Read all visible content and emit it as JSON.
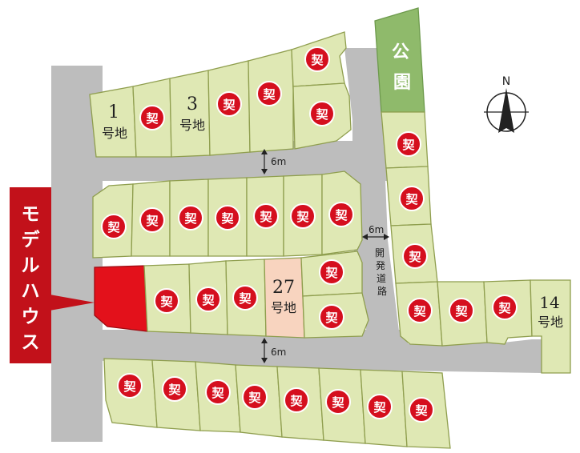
{
  "contract_mark": "契",
  "lot_labels": {
    "lot1_number": "1",
    "lot1_suffix": "号地",
    "lot3_number": "3",
    "lot3_suffix": "号地",
    "lot27_number": "27",
    "lot27_suffix": "号地",
    "lot14_number": "14",
    "lot14_suffix": "号地"
  },
  "park_label": [
    "公",
    "園"
  ],
  "north_label": "N",
  "model_house_label": [
    "モ",
    "デ",
    "ル",
    "ハ",
    "ウ",
    "ス"
  ],
  "road_width_upper": "6m",
  "road_width_lower": "6m",
  "road_width_side": "6m",
  "development_road_label": [
    "開",
    "発",
    "道",
    "路"
  ],
  "colors": {
    "lot_fill": "#dfe8b4",
    "road": "#bdbdbd",
    "contract_mark": "#d50f1e",
    "model_house": "#e3111b",
    "model_house_banner": "#c2111a",
    "park": "#8fba6b",
    "lot27_fill": "#f8d4bf"
  }
}
